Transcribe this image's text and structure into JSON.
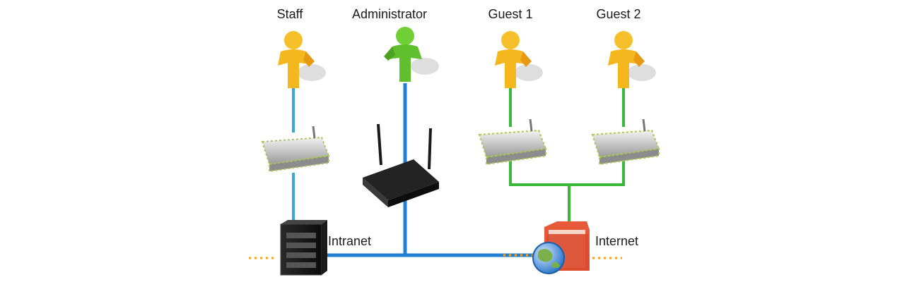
{
  "users": [
    {
      "id": "staff",
      "label": "Staff",
      "color": "#f5b71e"
    },
    {
      "id": "administrator",
      "label": "Administrator",
      "color": "#5fbf2c"
    },
    {
      "id": "guest1",
      "label": "Guest 1",
      "color": "#f5b71e"
    },
    {
      "id": "guest2",
      "label": "Guest 2",
      "color": "#f5b71e"
    }
  ],
  "nodes": {
    "intranet_label": "Intranet",
    "internet_label": "Internet"
  },
  "colors": {
    "blue_link": "#1f7fd0",
    "cyan_link": "#3aa8d0",
    "green_link": "#3ab83a",
    "dotted_link": "#f5a020"
  }
}
